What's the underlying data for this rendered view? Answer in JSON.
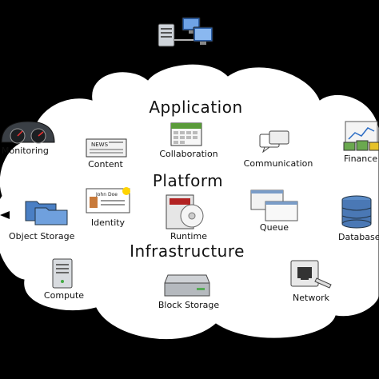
{
  "layers": {
    "application": "Application",
    "platform": "Platform",
    "infrastructure": "Infrastructure"
  },
  "items": {
    "monitoring": "Monitoring",
    "content": "Content",
    "collaboration": "Collaboration",
    "communication": "Communication",
    "finance": "Finance",
    "identity": "Identity",
    "object_storage": "Object Storage",
    "runtime": "Runtime",
    "queue": "Queue",
    "database": "Database",
    "compute": "Compute",
    "block_storage": "Block Storage",
    "network": "Network"
  },
  "icon_text": {
    "news": "NEWS",
    "id_card_name": "John Doe"
  },
  "colors": {
    "background": "#000000",
    "cloud": "#ffffff",
    "text": "#111111"
  }
}
